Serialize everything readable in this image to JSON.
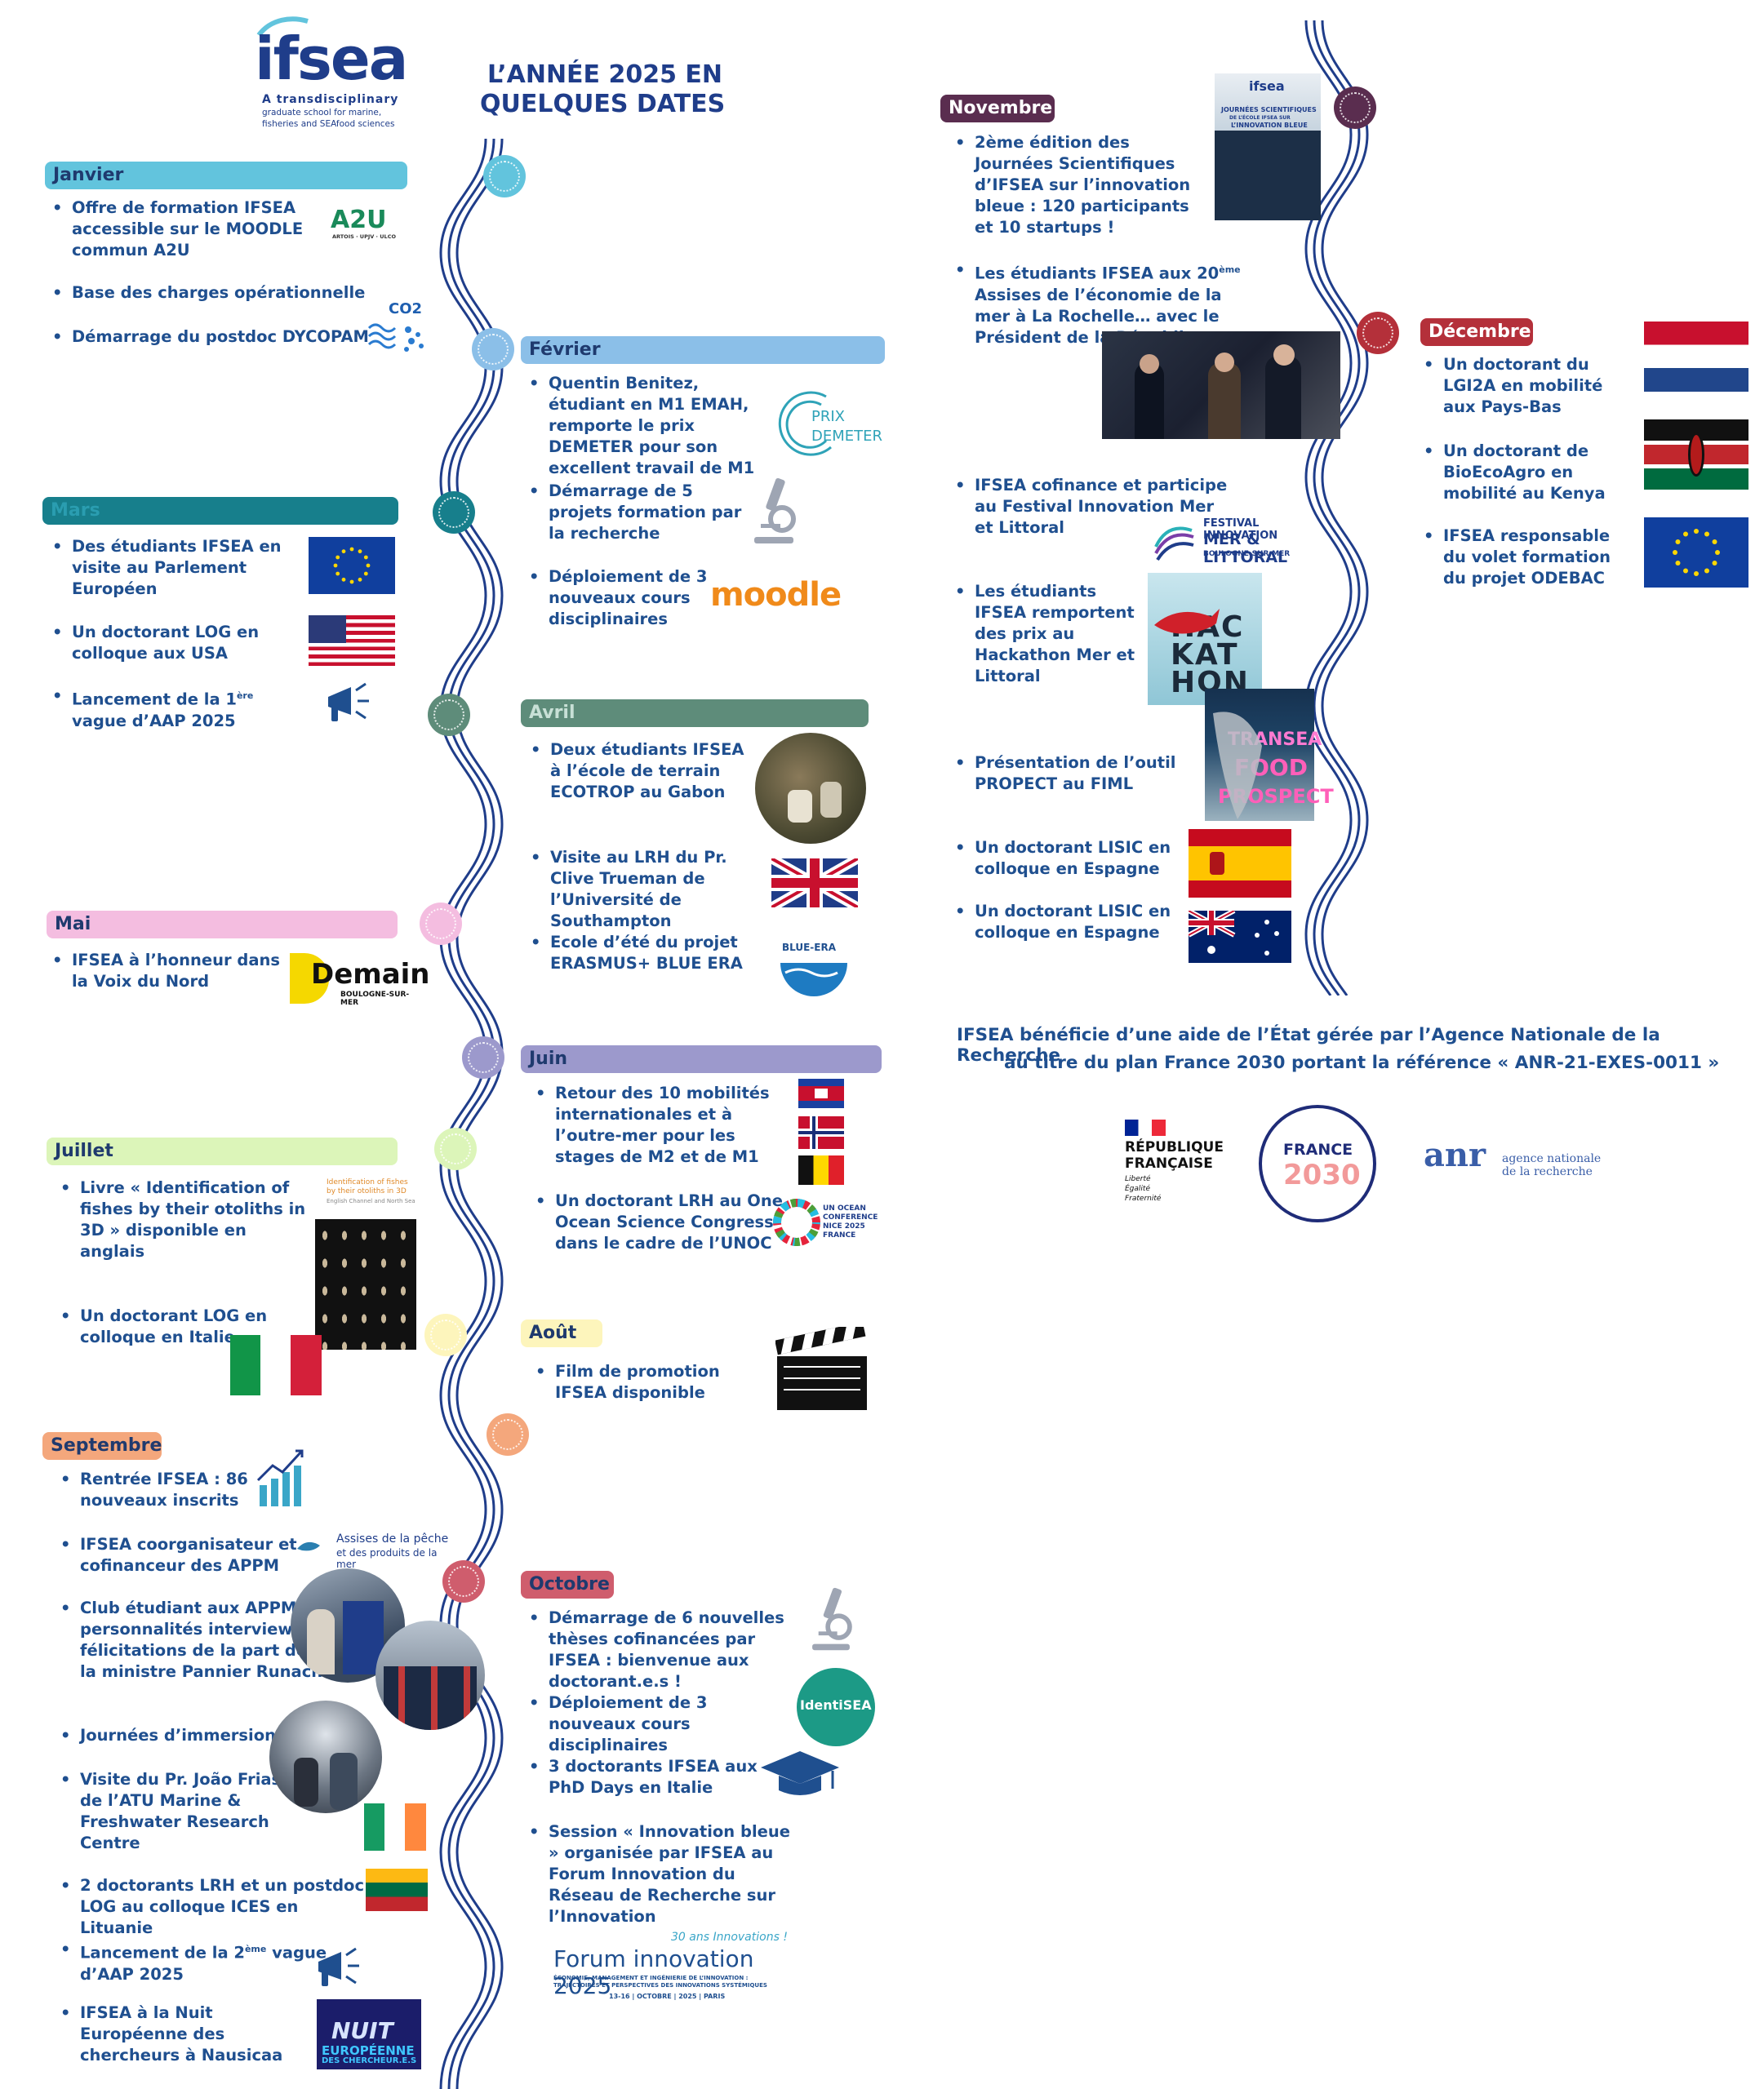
{
  "logo": {
    "name": "ifsea",
    "tagline_1": "A transdisciplinary",
    "tagline_2": "graduate school for marine,",
    "tagline_3": "fisheries and SEAfood sciences"
  },
  "title": {
    "line1": "L’ANNÉE 2025 EN",
    "line2": "QUELQUES DATES"
  },
  "colors": {
    "janvier": "#62c4dd",
    "fevrier": "#8bbfe8",
    "mars": "#177f8c",
    "avril": "#5e8c7a",
    "mai": "#f4bde0",
    "juin": "#9c99cc",
    "juillet": "#dcf5b9",
    "aout": "#fdf5bc",
    "septembre": "#f4a77c",
    "octobre": "#cf5d6d",
    "novembre": "#5a2d4f",
    "decembre": "#b4303a",
    "text": "#1f4f8f",
    "snake": "#1f3d8a"
  },
  "months": {
    "janvier": {
      "label": "Janvier",
      "items": [
        "Offre de formation IFSEA accessible sur le MOODLE commun A2U",
        "Base des charges opérationnelle",
        "Démarrage du postdoc DYCOPAM"
      ]
    },
    "fevrier": {
      "label": "Février",
      "items": [
        "Quentin Benitez, étudiant en M1 EMAH, remporte le prix DEMETER pour son excellent travail de M1",
        "Démarrage de 5 projets formation par la recherche",
        "Déploiement de 3 nouveaux cours disciplinaires"
      ]
    },
    "mars": {
      "label": "Mars",
      "items": [
        "Des étudiants IFSEA en visite au Parlement Européen",
        "Un doctorant LOG en colloque aux USA",
        "Lancement de la 1",
        "ère",
        " vague d’AAP 2025"
      ]
    },
    "avril": {
      "label": "Avril",
      "items": [
        "Deux étudiants IFSEA à l’école de terrain ECOTROP au Gabon",
        "Visite au LRH du Pr. Clive Trueman de l’Université de Southampton",
        "Ecole d’été du projet ERASMUS+ BLUE ERA"
      ]
    },
    "mai": {
      "label": "Mai",
      "items": [
        "IFSEA à l’honneur dans la Voix du Nord"
      ]
    },
    "juin": {
      "label": "Juin",
      "items": [
        "Retour des 10 mobilités internationales et à l’outre-mer pour les stages de M2 et de M1",
        "Un doctorant LRH au One Ocean Science Congress dans le cadre de l’UNOC"
      ]
    },
    "juillet": {
      "label": "Juillet",
      "items": [
        "Livre « Identification of fishes by their otoliths in 3D » disponible en anglais",
        "Un doctorant LOG en colloque en Italie"
      ]
    },
    "aout": {
      "label": "Août",
      "items": [
        "Film de promotion IFSEA disponible"
      ]
    },
    "septembre": {
      "label": "Septembre",
      "items": [
        "Rentrée IFSEA : 86 nouveaux inscrits",
        "IFSEA coorganisateur et cofinanceur des APPM",
        "Club étudiant aux APPM : 23 personnalités interviewées et félicitations de la part de Mme la ministre Pannier Runacher",
        "Journées d’immersion",
        "Visite du Pr. João Frias de l’ATU Marine & Freshwater Research Centre",
        "2 doctorants LRH et un postdoc LOG au colloque ICES en Lituanie",
        "Lancement de la 2",
        "ème",
        " vague d’AAP 2025",
        "IFSEA à la Nuit Européenne des chercheurs à Nausicaa"
      ]
    },
    "octobre": {
      "label": "Octobre",
      "items": [
        "Démarrage de 6 nouvelles thèses cofinancées par IFSEA : bienvenue aux doctorant.e.s !",
        "Déploiement de 3 nouveaux cours disciplinaires",
        "3 doctorants IFSEA aux PhD Days en Italie",
        "Session « Innovation bleue » organisée par IFSEA au Forum Innovation du Réseau de Recherche sur l’Innovation"
      ]
    },
    "novembre": {
      "label": "Novembre",
      "items": [
        "2ème édition des Journées Scientifiques d’IFSEA sur l’innovation bleue : 120 participants et 10 startups !",
        "Les étudiants IFSEA aux 20",
        "ème",
        " Assises de l’économie de la mer à La Rochelle… avec le Président de la République",
        "IFSEA cofinance et participe au Festival Innovation Mer et Littoral",
        "Les étudiants IFSEA remportent des prix au Hackathon Mer et Littoral",
        "Présentation de l’outil PROPECT au FIML",
        "Un doctorant LISIC en colloque en Espagne",
        "Un doctorant LISIC en colloque en Espagne"
      ]
    },
    "decembre": {
      "label": "Décembre",
      "items": [
        "Un doctorant du LGI2A en mobilité aux Pays-Bas",
        "Un doctorant de BioEcoAgro en mobilité au Kenya",
        "IFSEA responsable du volet formation du projet ODEBAC"
      ]
    }
  },
  "logos": {
    "a2u": "A2U",
    "a2u_sub": "ARTOIS · UPJV · ULCO",
    "co2": "CO2",
    "prix_1": "PRIX",
    "prix_2": "DEMETER",
    "moodle": "moodle",
    "demain": "Demain",
    "demain_sub": "BOULOGNE-SUR-MER",
    "blue_era": "BLUE-ERA",
    "book_1": "Identification of fishes",
    "book_2": "by their otoliths in 3D",
    "book_3": "English Channel and North Sea",
    "unoc_1": "UN OCEAN",
    "unoc_2": "CONFERENCE",
    "unoc_3": "NICE 2025",
    "unoc_4": "FRANCE",
    "assises_1": "Assises de la pêche",
    "assises_2": "et des produits de la mer",
    "identisea": "IdentiSEA",
    "forum_1": "30 ans Innovations !",
    "forum_2": "Forum innovation 2025",
    "forum_3": "ÉCONOMIE, MANAGEMENT ET INGÉNIERIE DE L’INNOVATION :",
    "forum_4": "TRAJECTOIRES ET PERSPECTIVES DES INNOVATIONS SYSTÉMIQUES",
    "forum_5": "13-16 | OCTOBRE | 2025 | PARIS",
    "nuit_1": "NUIT",
    "nuit_2": "EUROPÉENNE",
    "nuit_3": "DES CHERCHEUR.E.S",
    "poster_1": "ifsea",
    "poster_2": "JOURNÉES SCIENTIFIQUES",
    "poster_3": "DE L’ÉCOLE IFSEA SUR",
    "poster_4": "L’INNOVATION BLEUE",
    "festival_1": "FESTIVAL INNOVATION",
    "festival_2": "MER & LITTORAL",
    "festival_3": "BOULOGNE-SUR-MER",
    "hack": "HAC KAT HON",
    "transea_1": "TRANSEA",
    "transea_2": "FOOD",
    "transea_3": "PROSPECT"
  },
  "funding": {
    "line1": "IFSEA bénéficie d’une aide de l’État gérée par l’Agence Nationale de la Recherche",
    "line2": "au titre du plan France 2030 portant la référence « ANR-21-EXES-0011 »",
    "rf_1": "RÉPUBLIQUE",
    "rf_2": "FRANÇAISE",
    "rf_3": "Liberté",
    "rf_4": "Égalité",
    "rf_5": "Fraternité",
    "f2030_1": "FRANCE",
    "f2030_2": "2030",
    "anr_1": "anr",
    "anr_2": "agence nationale",
    "anr_3": "de la recherche"
  }
}
